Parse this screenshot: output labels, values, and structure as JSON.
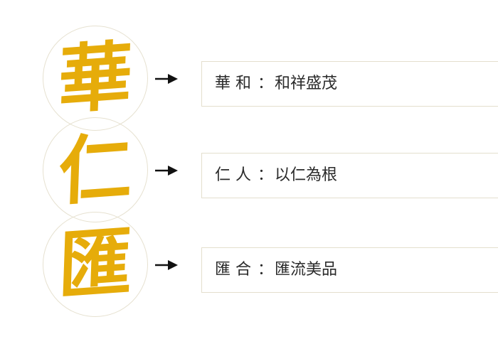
{
  "rows": [
    {
      "glyph": "華",
      "term": "華和",
      "separator": "：",
      "phrase": "和祥盛茂"
    },
    {
      "glyph": "仁",
      "term": "仁人",
      "separator": "：",
      "phrase": "以仁為根"
    },
    {
      "glyph": "匯",
      "term": "匯合",
      "separator": "：",
      "phrase": "匯流美品"
    }
  ],
  "colors": {
    "accent": "#e6ac0a",
    "text": "#2a2a2a",
    "border": "#e4dfcd"
  },
  "icons": {
    "arrow": "arrow-right-icon"
  }
}
